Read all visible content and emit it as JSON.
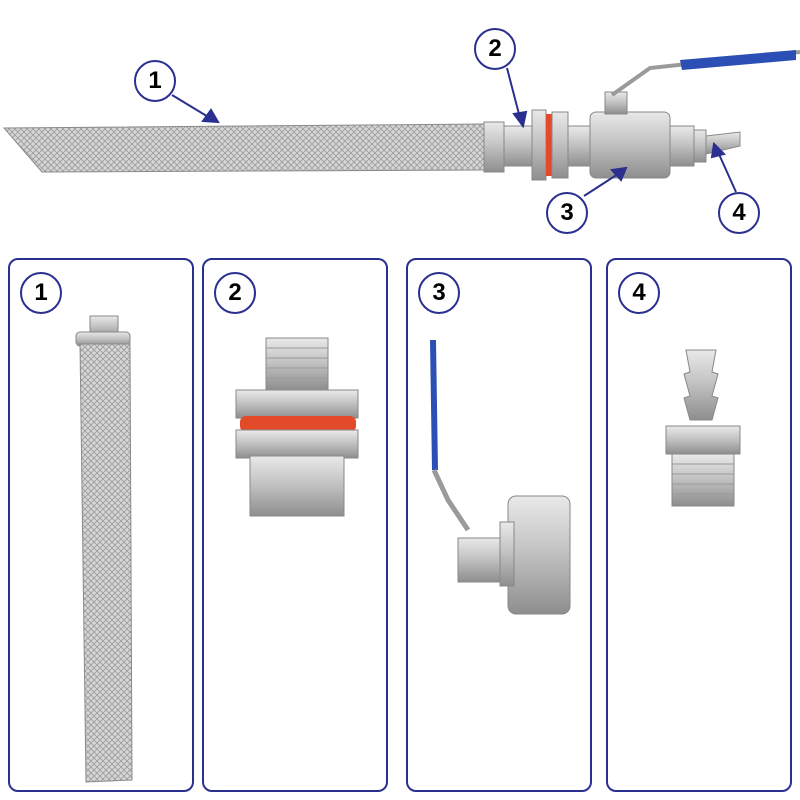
{
  "colors": {
    "accent": "#2b2f8f",
    "handle": "#2b4fb4",
    "gasket": "#e24a2a",
    "steel": "#c9c9c9"
  },
  "assembly": {
    "callouts": [
      "1",
      "2",
      "3",
      "4"
    ]
  },
  "panels": [
    {
      "number": "1",
      "part_icon": "mesh-tube-filter-icon"
    },
    {
      "number": "2",
      "part_icon": "bulkhead-fitting-icon"
    },
    {
      "number": "3",
      "part_icon": "ball-valve-icon"
    },
    {
      "number": "4",
      "part_icon": "hose-barb-icon"
    }
  ]
}
